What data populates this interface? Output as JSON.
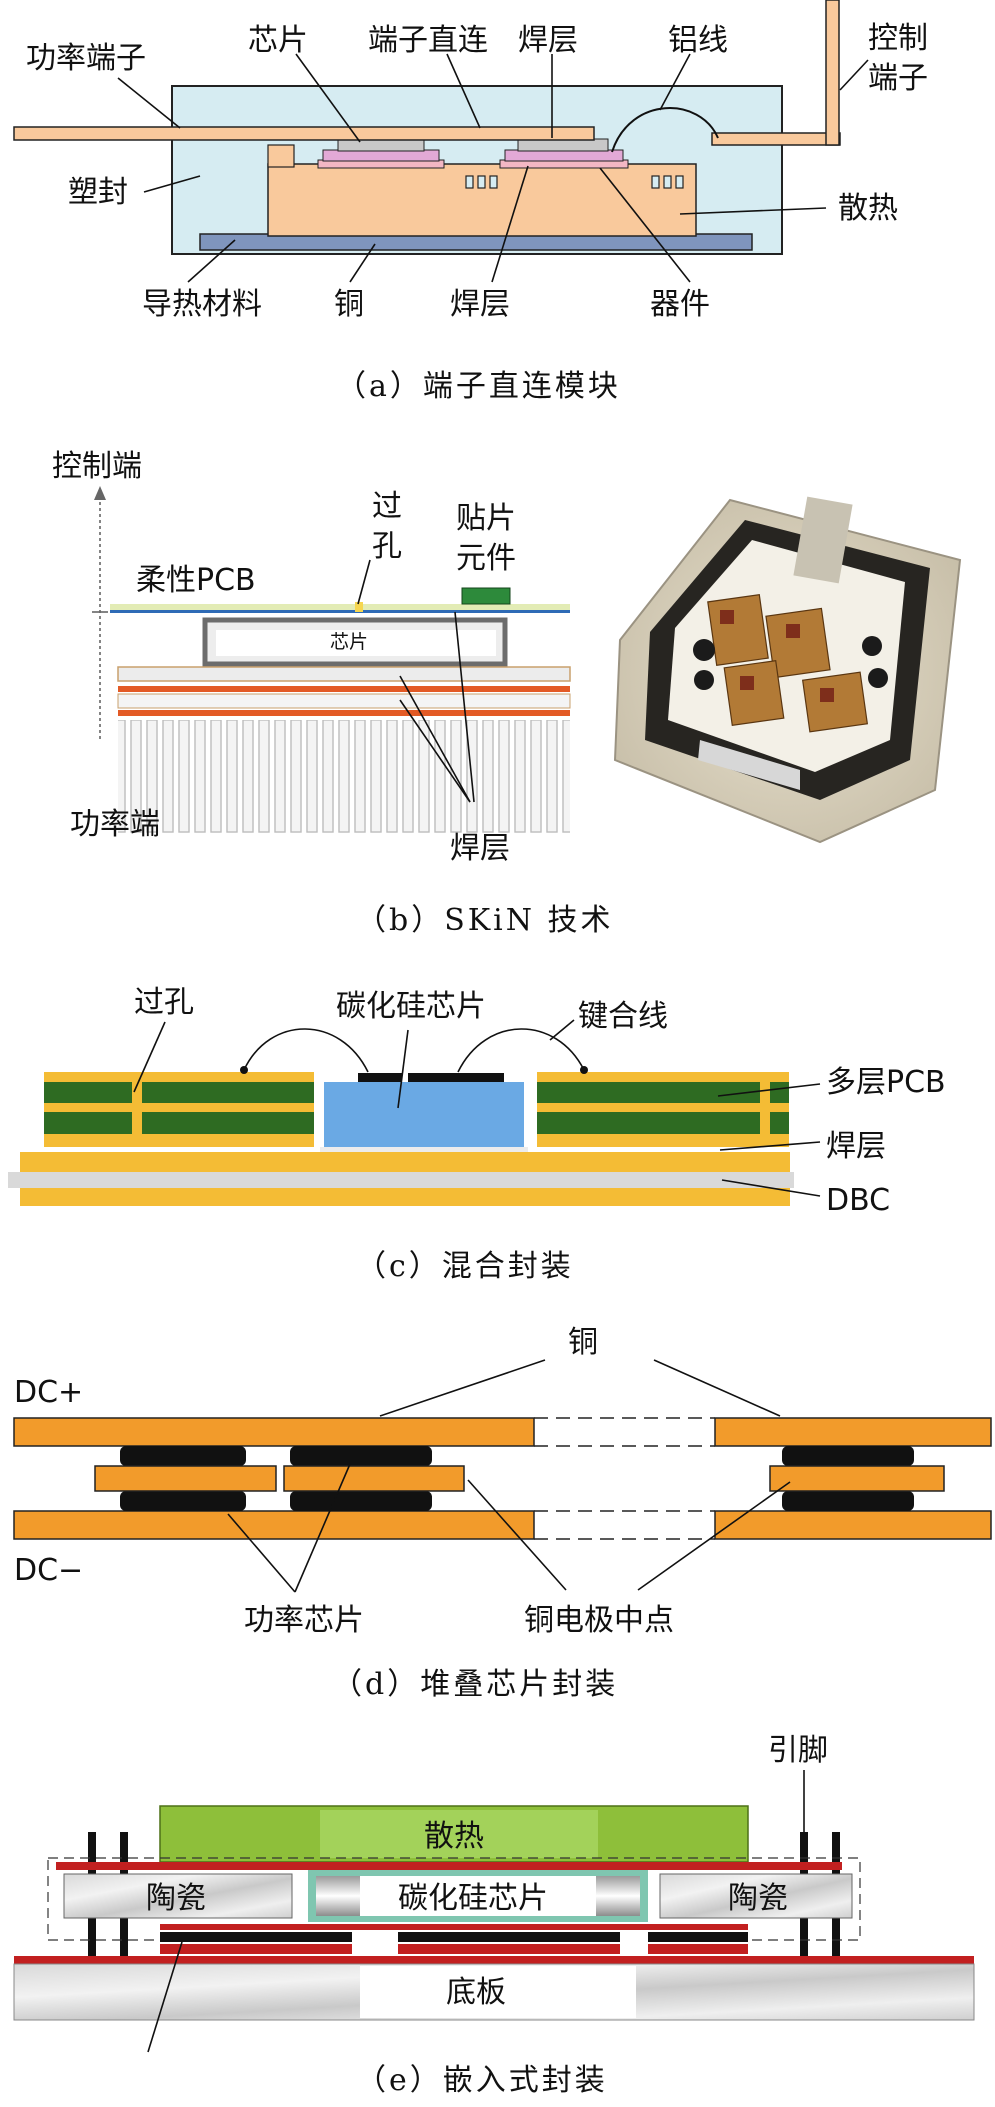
{
  "panel_a": {
    "labels": {
      "power_terminal": "功率端子",
      "chip": "芯片",
      "terminal_direct": "端子直连",
      "solder_top": "焊层",
      "al_wire": "铝线",
      "control_terminal_1": "控制",
      "control_terminal_2": "端子",
      "molding": "塑封",
      "heatsink": "散热",
      "thermal_material": "导热材料",
      "copper": "铜",
      "solder_bottom": "焊层",
      "device": "器件"
    },
    "caption": "（a）端子直连模块"
  },
  "panel_b": {
    "labels": {
      "control_end": "控制端",
      "via_1": "过",
      "via_2": "孔",
      "smd_1": "贴片",
      "smd_2": "元件",
      "flex_pcb": "柔性PCB",
      "chip": "芯片",
      "power_end": "功率端",
      "solder": "焊层"
    },
    "caption": "（b）SKiN 技术"
  },
  "panel_c": {
    "labels": {
      "via": "过孔",
      "sic_chip": "碳化硅芯片",
      "bond_wire": "键合线",
      "multilayer_pcb": "多层PCB",
      "solder": "焊层",
      "dbc": "DBC"
    },
    "caption": "（c）混合封装"
  },
  "panel_d": {
    "labels": {
      "copper": "铜",
      "dc_plus": "DC+",
      "dc_minus": "DC−",
      "power_chip": "功率芯片",
      "cu_midpoint": "铜电极中点"
    },
    "caption": "（d）堆叠芯片封装"
  },
  "panel_e": {
    "labels": {
      "pin": "引脚",
      "heatsink": "散热",
      "ceramic_left": "陶瓷",
      "sic_chip": "碳化硅芯片",
      "ceramic_right": "陶瓷",
      "baseplate": "底板"
    },
    "caption": "（e）嵌入式封装"
  }
}
